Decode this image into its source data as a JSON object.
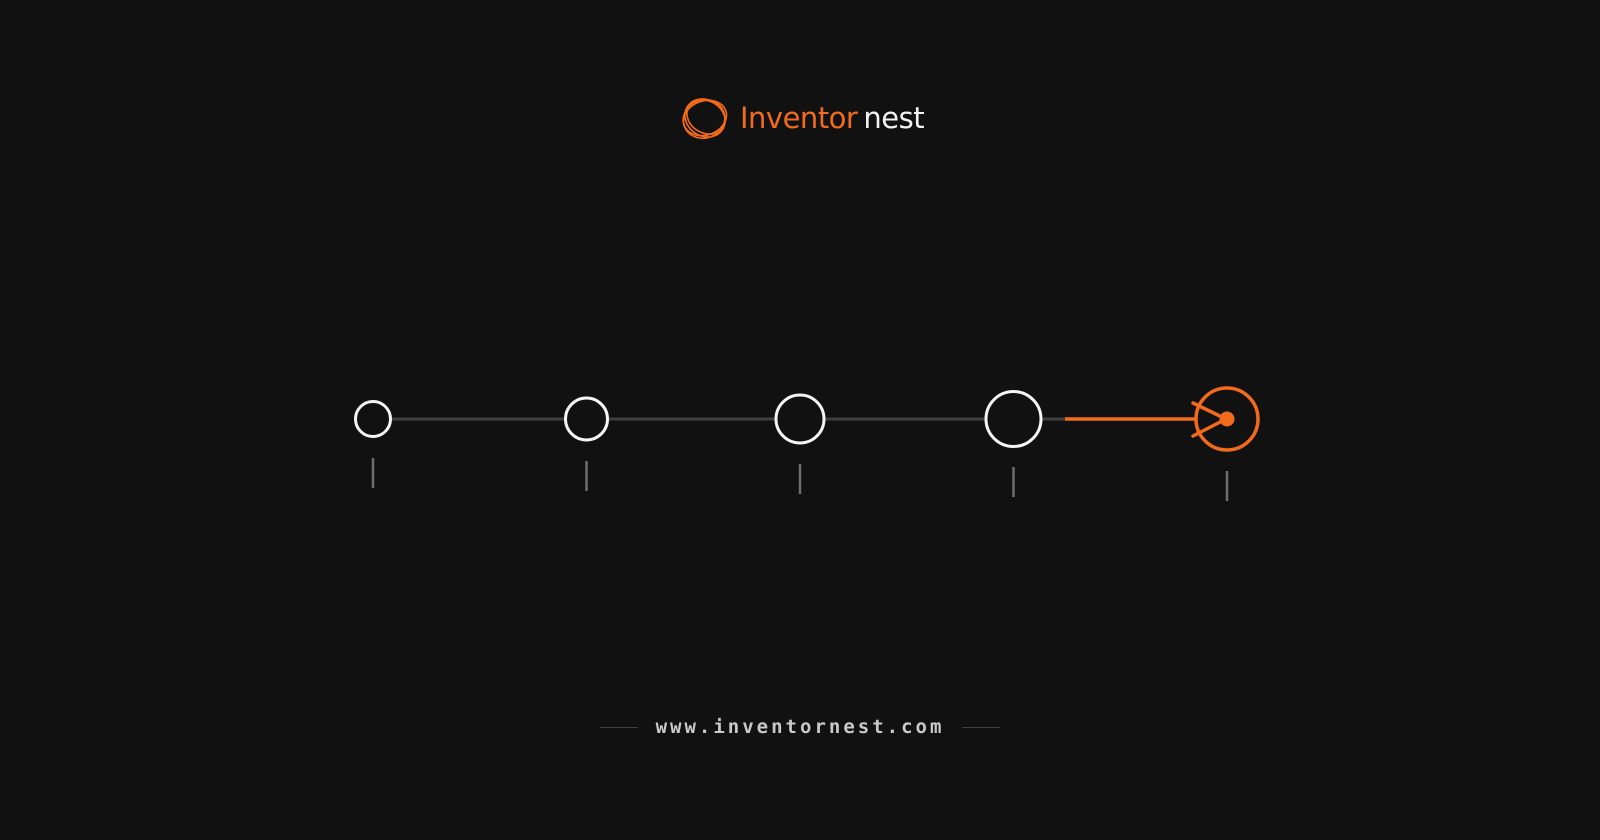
{
  "brand": {
    "name_part1": "Inventor",
    "name_part2": "nest",
    "accent_color": "#F26A1B",
    "logo_icon": "orbit-rings-icon"
  },
  "timeline": {
    "steps": [
      {
        "state": "complete"
      },
      {
        "state": "complete"
      },
      {
        "state": "complete"
      },
      {
        "state": "complete"
      },
      {
        "state": "current"
      }
    ],
    "track_color": "#3E3E3E",
    "node_color": "#F5F5F5",
    "active_color": "#F26A1B",
    "active_marker_icon": "target-arrow-icon"
  },
  "footer": {
    "url": "www.inventornest.com"
  }
}
